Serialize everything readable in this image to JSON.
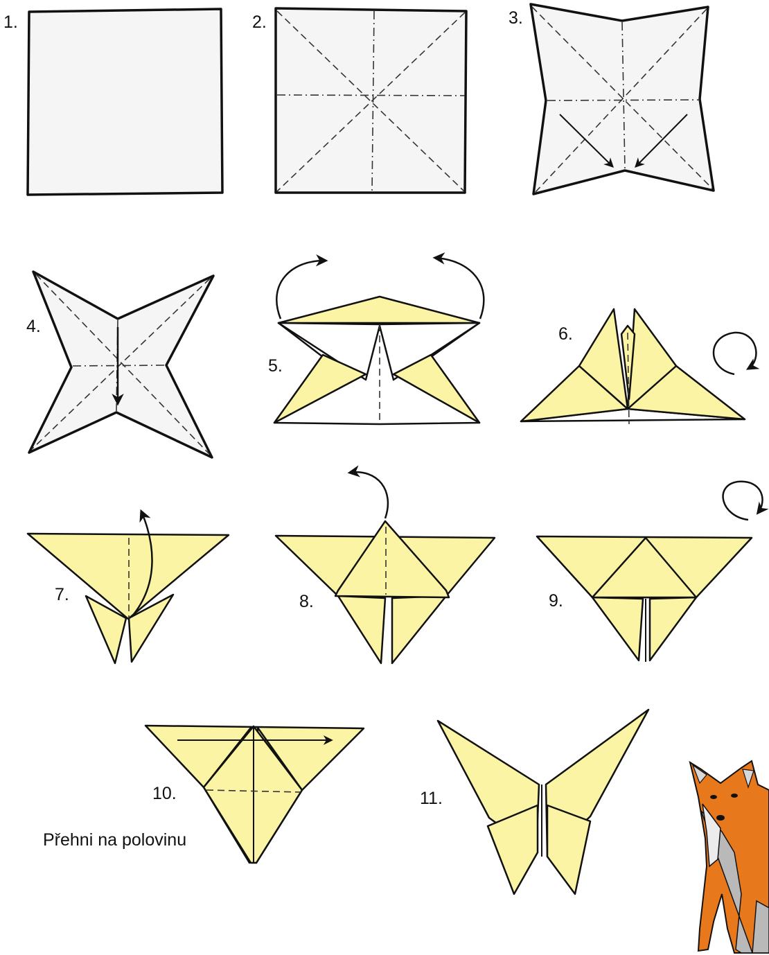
{
  "steps": [
    {
      "label": "1."
    },
    {
      "label": "2."
    },
    {
      "label": "3."
    },
    {
      "label": "4."
    },
    {
      "label": "5."
    },
    {
      "label": "6."
    },
    {
      "label": "7."
    },
    {
      "label": "8."
    },
    {
      "label": "9."
    },
    {
      "label": "10."
    },
    {
      "label": "11."
    }
  ],
  "instruction": "Přehni na polovinu",
  "colors": {
    "paper_white": "#f5f5f5",
    "paper_yellow": "#fbf4a4",
    "outline": "#111111",
    "fox_orange": "#e8781c",
    "fox_white": "#ececec",
    "fox_grey": "#b9b9b9"
  },
  "icons": [
    "curved-arrow-icon",
    "rotate-arrow-icon",
    "straight-arrow-icon",
    "fox-illustration"
  ]
}
